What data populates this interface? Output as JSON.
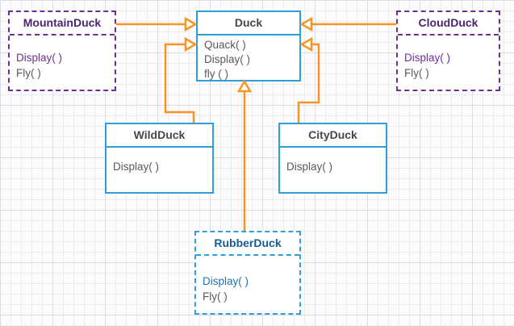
{
  "diagram_title": "Duck class inheritance UML diagram",
  "palette": {
    "box_blue": "#2f9edb",
    "box_purple": "#6e2f94",
    "arrow_orange": "#f79422",
    "text_dark": "#474747",
    "text_gray": "#58595b",
    "title_purple": "#4c2470",
    "title_navy": "#175a8e",
    "method_blue": "#1f6fad",
    "background": "#fcfcfd",
    "grid_minor": "#ebebf1",
    "grid_major": "#dcdde6"
  },
  "classes": {
    "duck": {
      "name": "Duck",
      "methods": [
        "Quack( )",
        "Display( )",
        "fly ( )"
      ],
      "border": "solid blue"
    },
    "mountainduck": {
      "name": "MountainDuck",
      "methods": [
        "Display( )",
        "Fly( )"
      ],
      "border": "dashed purple"
    },
    "cloudduck": {
      "name": "CloudDuck",
      "methods": [
        "Display( )",
        "Fly( )"
      ],
      "border": "dashed purple"
    },
    "wildduck": {
      "name": "WildDuck",
      "methods": [
        "Display( )"
      ],
      "border": "solid blue"
    },
    "cityduck": {
      "name": "CityDuck",
      "methods": [
        "Display( )"
      ],
      "border": "solid blue"
    },
    "rubberduck": {
      "name": "RubberDuck",
      "methods": [
        "Display( )",
        "Fly( )"
      ],
      "border": "dashed blue"
    }
  },
  "relationships": [
    {
      "from": "MountainDuck",
      "to": "Duck",
      "type": "inheritance"
    },
    {
      "from": "CloudDuck",
      "to": "Duck",
      "type": "inheritance"
    },
    {
      "from": "WildDuck",
      "to": "Duck",
      "type": "inheritance"
    },
    {
      "from": "CityDuck",
      "to": "Duck",
      "type": "inheritance"
    },
    {
      "from": "RubberDuck",
      "to": "Duck",
      "type": "inheritance"
    }
  ]
}
